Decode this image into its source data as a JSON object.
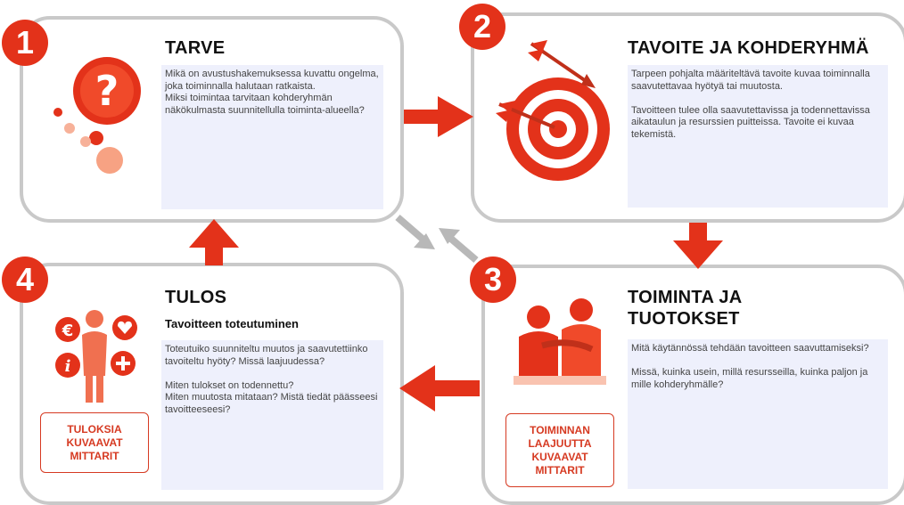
{
  "steps": [
    {
      "number": "1",
      "title": "TARVE",
      "text": "Mikä on avustushakemuksessa kuvattu ongelma, joka toiminnalla halutaan ratkaista.\nMiksi toimintaa tarvitaan kohderyhmän näkökulmasta suunnitellulla toiminta-alueella?"
    },
    {
      "number": "2",
      "title": "TAVOITE JA KOHDERYHMÄ",
      "text": " Tarpeen pohjalta määriteltävä tavoite kuvaa toiminnalla saavutettavaa hyötyä tai muutosta.\n\nTavoitteen tulee olla saavutettavissa ja todennettavissa aikataulun ja resurssien puitteissa. Tavoite ei kuvaa tekemistä."
    },
    {
      "number": "3",
      "title": "TOIMINTA JA\nTUOTOKSET",
      "text": "Mitä käytännössä tehdään tavoitteen saavuttamiseksi?\n\nMissä, kuinka usein, millä resursseilla, kuinka paljon ja mille kohderyhmälle?",
      "metric": "TOIMINNAN\nLAAJUUTTA\nKUVAAVAT\nMITTARIT"
    },
    {
      "number": "4",
      "title": "TULOS",
      "subtitle": "Tavoitteen toteutuminen",
      "text": "Toteutuiko suunniteltu muutos ja saavutettiinko tavoiteltu hyöty? Missä laajuudessa?\n\nMiten tulokset on todennettu?\nMiten muutosta mitataan? Mistä tiedät päässeesi tavoitteeseesi?",
      "metric": "TULOKSIA\nKUVAAVAT\nMITTARIT"
    }
  ],
  "icons": {
    "step1": "question-bubble-icon",
    "step2": "target-arrows-icon",
    "step3": "people-support-icon",
    "step4": "person-with-symbols-icon"
  },
  "colors": {
    "accent": "#e3321a",
    "card_border": "#c9c9c9",
    "text_box": "#eef0fc",
    "gray_arrow": "#b8b8b8"
  }
}
